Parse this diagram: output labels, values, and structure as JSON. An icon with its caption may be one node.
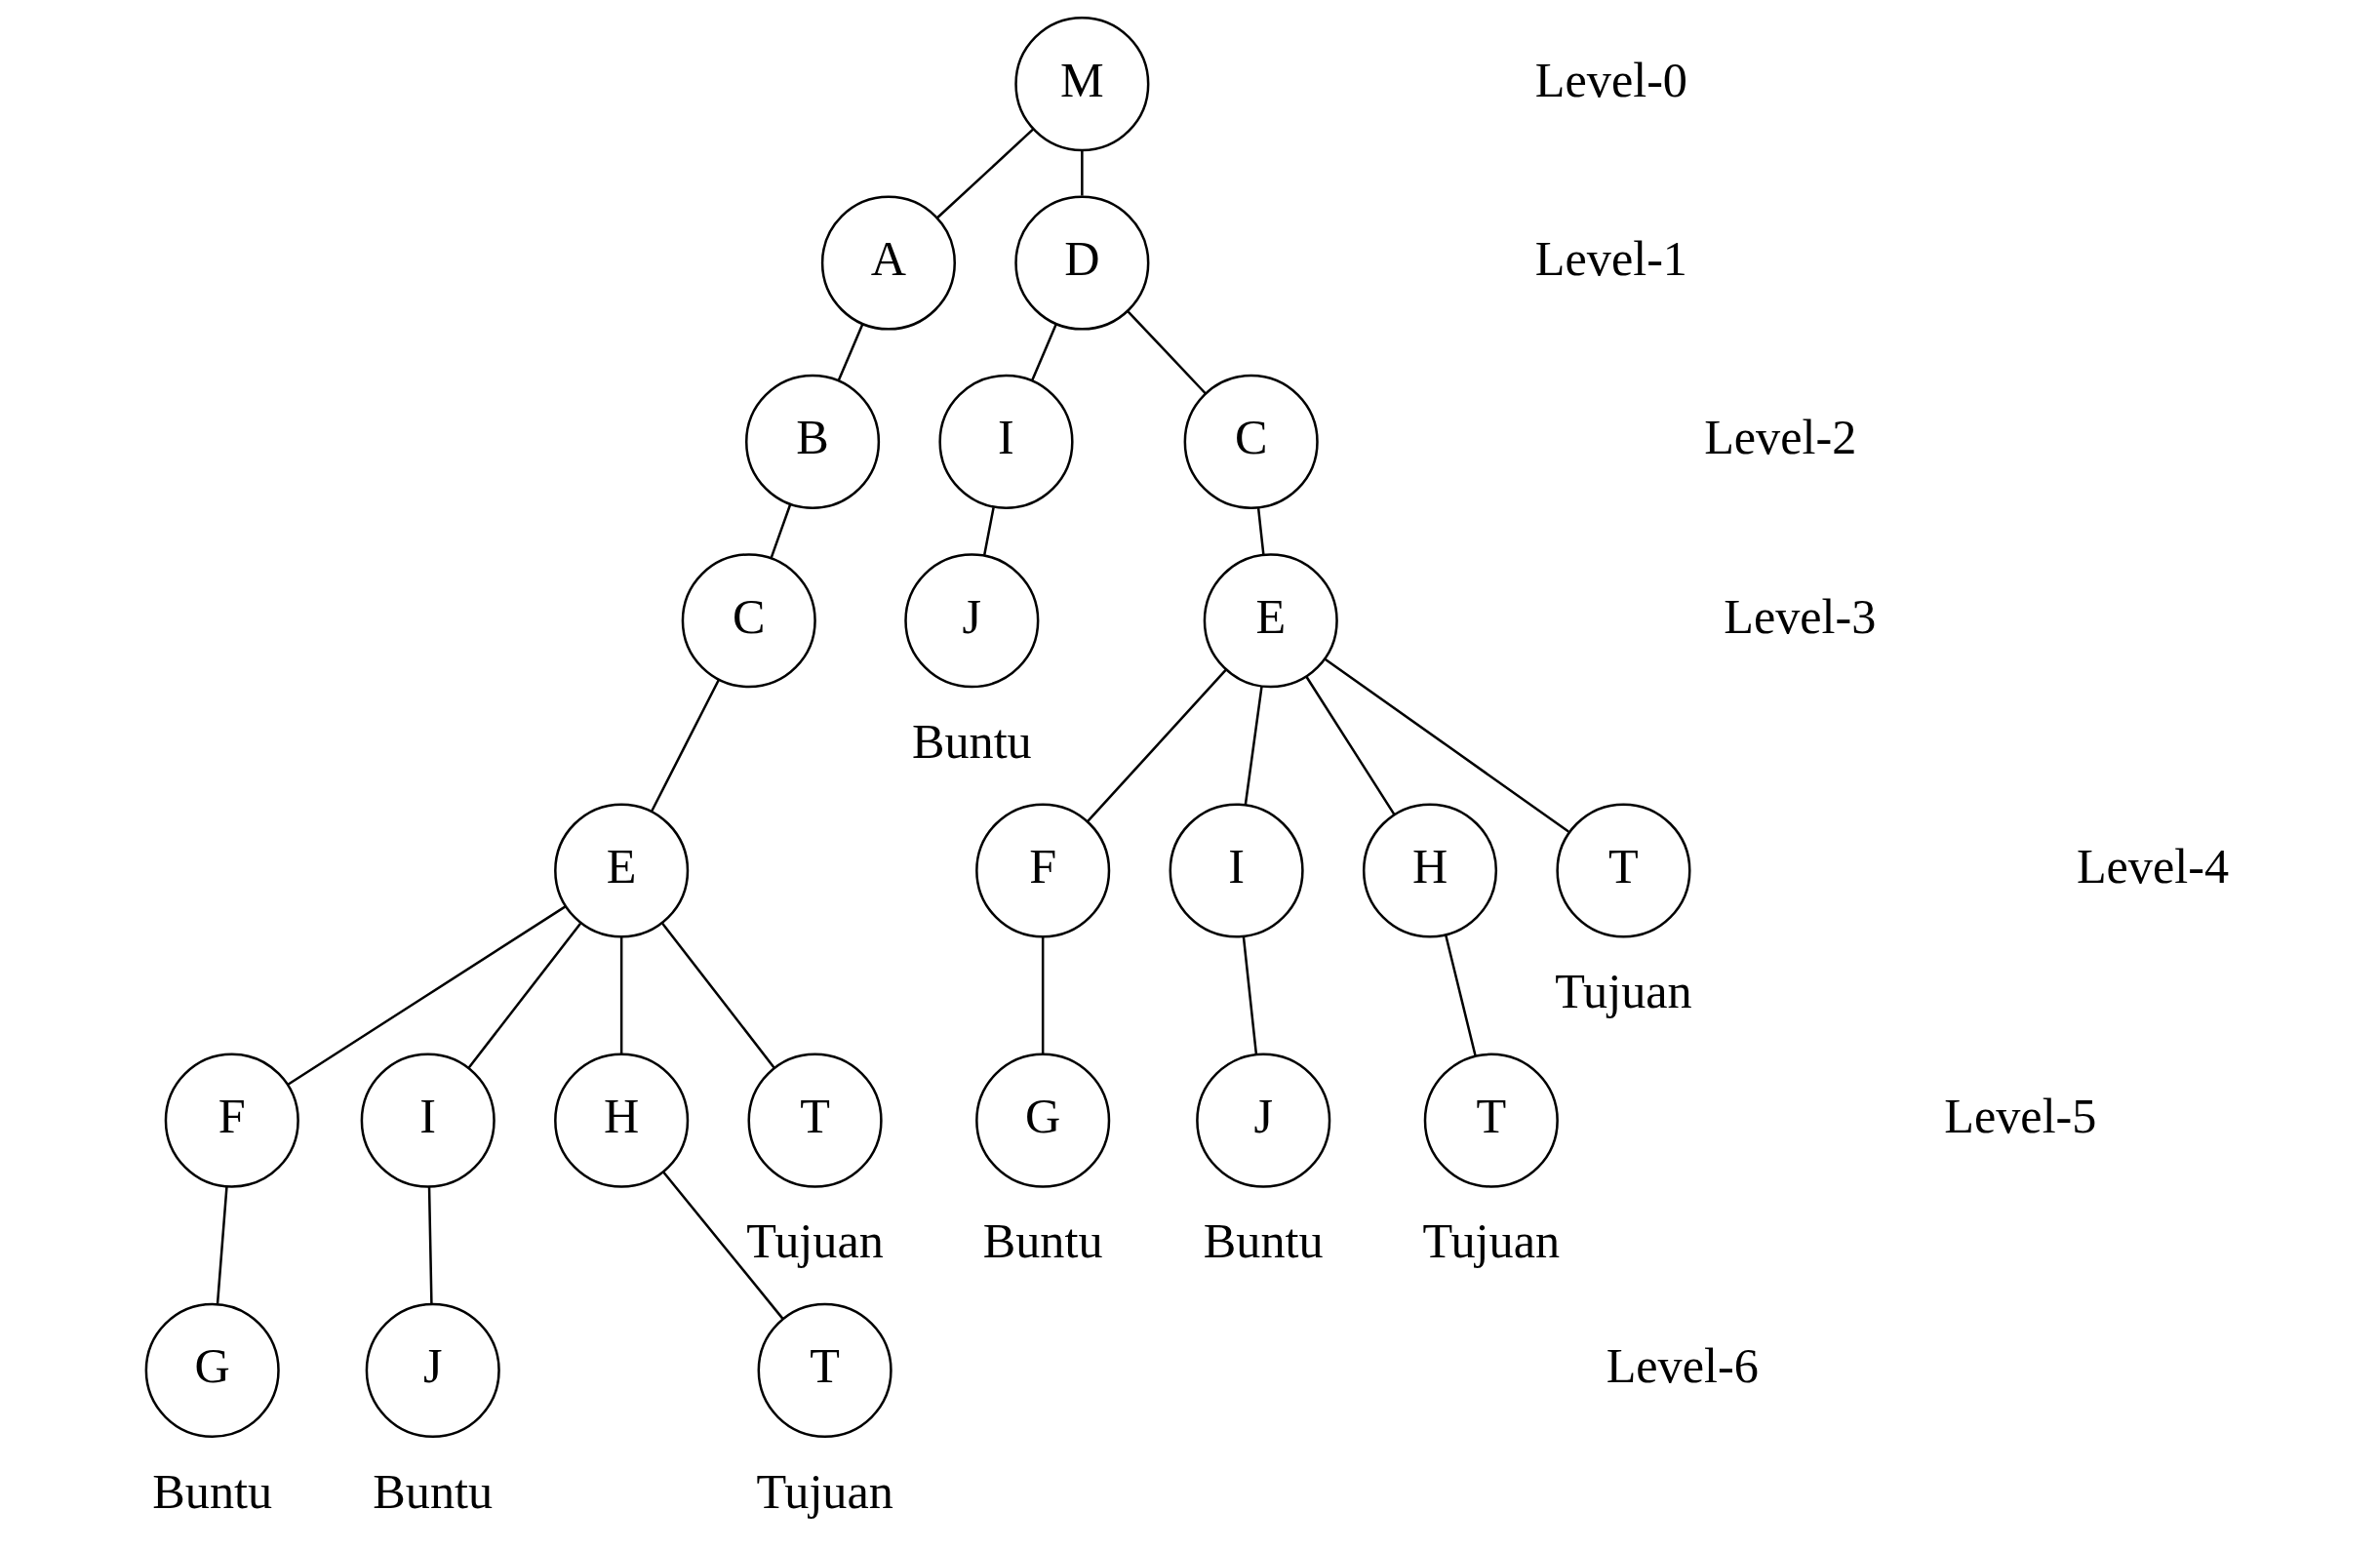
{
  "diagram": {
    "nodes": [
      {
        "text": [
          "M"
        ]
      },
      {
        "text": [
          "A"
        ]
      },
      {
        "text": [
          "D"
        ]
      },
      {
        "text": [
          "B"
        ]
      },
      {
        "text": [
          "I"
        ]
      },
      {
        "text": [
          "C"
        ]
      },
      {
        "text": [
          "C"
        ]
      },
      {
        "text": [
          "J"
        ],
        "beside": [
          "Buntu"
        ]
      },
      {
        "text": [
          "E"
        ]
      },
      {
        "text": [
          "E"
        ]
      },
      {
        "text": [
          "F"
        ]
      },
      {
        "text": [
          "I"
        ]
      },
      {
        "text": [
          "H"
        ]
      },
      {
        "text": [
          "T"
        ],
        "beside": [
          "Tujuan"
        ]
      },
      {
        "text": [
          "F"
        ]
      },
      {
        "text": [
          "I"
        ]
      },
      {
        "text": [
          "H"
        ]
      },
      {
        "text": [
          "T"
        ],
        "beside": [
          "Tujuan"
        ]
      },
      {
        "text": [
          "G"
        ],
        "beside": [
          "Buntu"
        ]
      },
      {
        "text": [
          "J"
        ],
        "beside": [
          "Buntu"
        ]
      },
      {
        "text": [
          "T"
        ],
        "beside": [
          "Tujuan"
        ]
      },
      {
        "text": [
          "G"
        ],
        "beside": [
          "Buntu"
        ]
      },
      {
        "text": [
          "J"
        ],
        "beside": [
          "Buntu"
        ]
      },
      {
        "text": [
          "T"
        ],
        "beside": [
          "Tujuan"
        ]
      }
    ],
    "edges": [
      {
        "from": 0,
        "to": 1,
        "arrow": "none"
      },
      {
        "from": 0,
        "to": 2,
        "arrow": "none"
      },
      {
        "from": 1,
        "to": 3,
        "arrow": "none"
      },
      {
        "from": 2,
        "to": 4,
        "arrow": "none"
      },
      {
        "from": 2,
        "to": 5,
        "arrow": "none"
      },
      {
        "from": 3,
        "to": 6,
        "arrow": "none"
      },
      {
        "from": 4,
        "to": 7,
        "arrow": "none"
      },
      {
        "from": 5,
        "to": 8,
        "arrow": "none"
      },
      {
        "from": 6,
        "to": 9,
        "arrow": "none"
      },
      {
        "from": 8,
        "to": 10,
        "arrow": "none"
      },
      {
        "from": 8,
        "to": 11,
        "arrow": "none"
      },
      {
        "from": 8,
        "to": 12,
        "arrow": "none"
      },
      {
        "from": 8,
        "to": 13,
        "arrow": "none"
      },
      {
        "from": 9,
        "to": 14,
        "arrow": "none"
      },
      {
        "from": 9,
        "to": 15,
        "arrow": "none"
      },
      {
        "from": 9,
        "to": 16,
        "arrow": "none"
      },
      {
        "from": 9,
        "to": 17,
        "arrow": "none"
      },
      {
        "from": 10,
        "to": 18,
        "arrow": "none"
      },
      {
        "from": 11,
        "to": 19,
        "arrow": "none"
      },
      {
        "from": 12,
        "to": 20,
        "arrow": "none"
      },
      {
        "from": 14,
        "to": 21,
        "arrow": "none"
      },
      {
        "from": 15,
        "to": 22,
        "arrow": "none"
      },
      {
        "from": 16,
        "to": 23,
        "arrow": "none"
      }
    ],
    "labels": [
      "Level-0",
      "Level-1",
      "Level-2",
      "Level-3",
      "Level-4",
      "Level-5",
      "Level-6"
    ]
  }
}
